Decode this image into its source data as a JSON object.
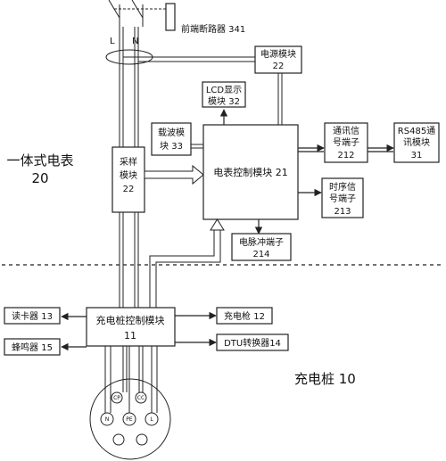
{
  "breaker": {
    "label": "前端断路器 341"
  },
  "phase": {
    "l": "L",
    "n": "N"
  },
  "power_module": {
    "line1": "电源模块",
    "line2": "22"
  },
  "lcd_module": {
    "line1": "LCD显示",
    "line2": "模块 32"
  },
  "carrier_module": {
    "line1": "载波模",
    "line2": "块 33"
  },
  "sampling_module": {
    "line1": "采样",
    "line2": "模块",
    "line3": "22"
  },
  "meter_ctrl": {
    "label": "电表控制模块 21"
  },
  "comm_terminal": {
    "line1": "通讯信",
    "line2": "号端子",
    "line3": "212"
  },
  "rs485": {
    "line1": "RS485通",
    "line2": "讯模块",
    "line3": "31"
  },
  "timing_terminal": {
    "line1": "时序信",
    "line2": "号端子",
    "line3": "213"
  },
  "pulse_terminal": {
    "line1": "电脉冲端子",
    "line2": "214"
  },
  "meter_group": {
    "line1": "一体式电表",
    "line2": "20"
  },
  "charger_ctrl": {
    "line1": "充电桩控制模块",
    "line2": "11"
  },
  "card_reader": {
    "label": "读卡器 13"
  },
  "buzzer": {
    "label": "蜂鸣器 15"
  },
  "charge_gun": {
    "label": "充电枪 12"
  },
  "dtu": {
    "label": "DTU转换器14"
  },
  "charger_group": {
    "label": "充电桩  10"
  },
  "plug": {
    "cp": "CP",
    "cc": "CC",
    "n": "N",
    "pe": "PE",
    "l": "L"
  }
}
